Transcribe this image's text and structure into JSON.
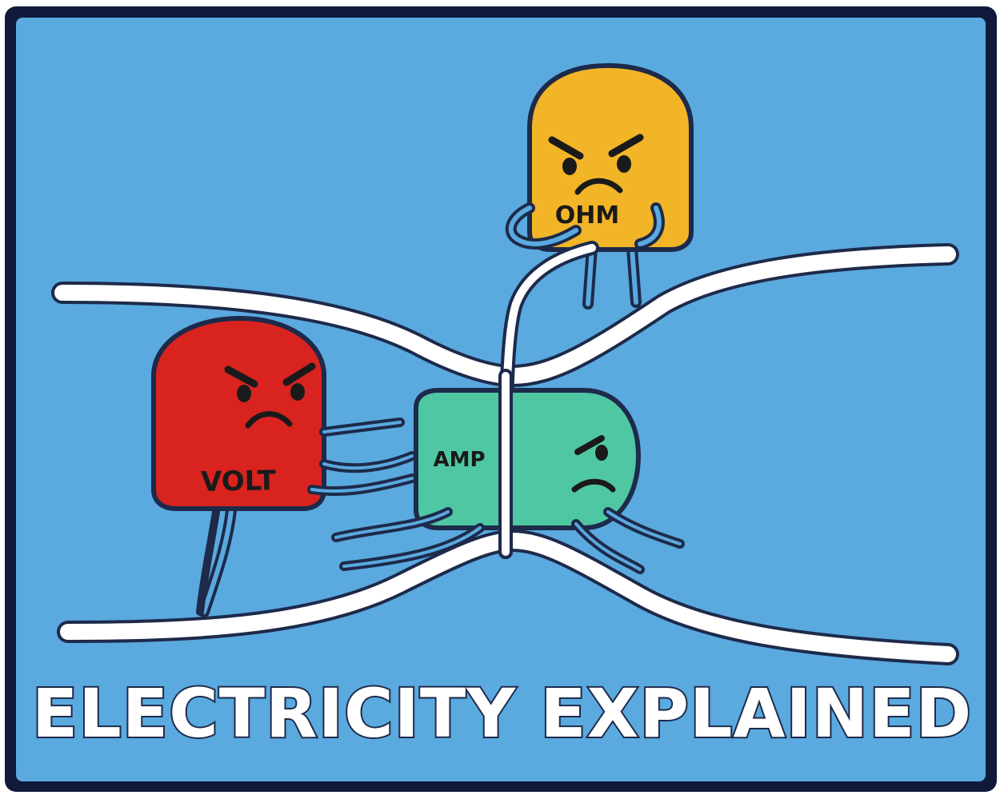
{
  "caption": "ELECTRICITY EXPLAINED",
  "characters": {
    "ohm": {
      "label": "OHM",
      "color": "#f2b528"
    },
    "volt": {
      "label": "VOLT",
      "color": "#d8231f"
    },
    "amp": {
      "label": "AMP",
      "color": "#4fc7a3"
    }
  },
  "colors": {
    "background": "#5aa9df",
    "border": "#0f1a3a",
    "wire": "#ffffff",
    "outline": "#1d2a4a"
  }
}
